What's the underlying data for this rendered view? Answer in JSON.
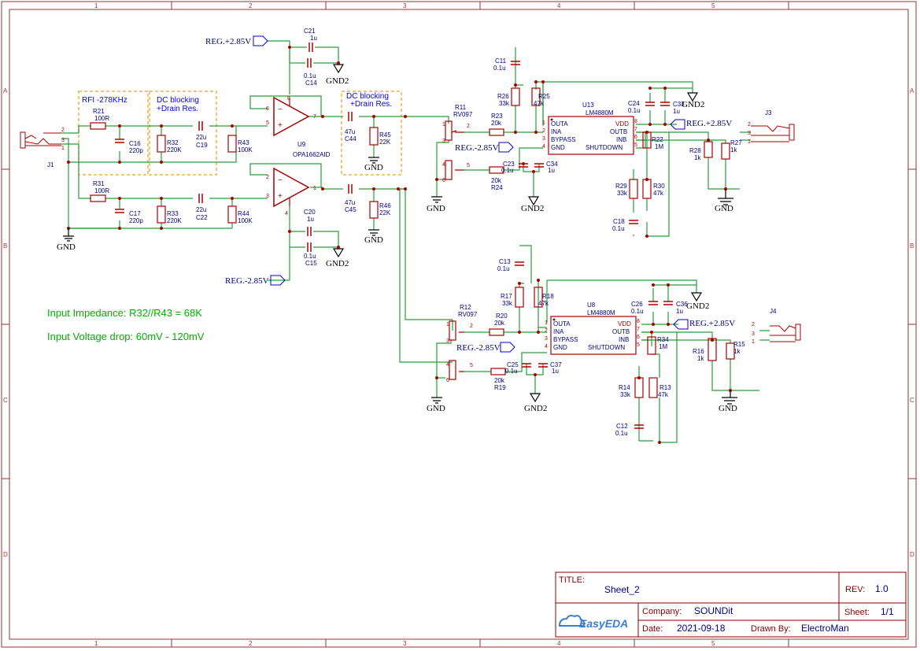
{
  "title_block": {
    "title_label": "TITLE:",
    "title": "Sheet_2",
    "rev_label": "REV:",
    "rev": "1.0",
    "company_label": "Company:",
    "company": "SOUNDit",
    "sheet_label": "Sheet:",
    "sheet": "1/1",
    "date_label": "Date:",
    "date": "2021-09-18",
    "drawn_label": "Drawn By:",
    "drawn_by": "ElectroMan",
    "logo_text": "EasyEDA"
  },
  "frame": {
    "columns": [
      "1",
      "2",
      "3",
      "4",
      "5"
    ],
    "rows": [
      "A",
      "B",
      "C",
      "D"
    ]
  },
  "notes": {
    "impedance": "Input Impedance: R32//R43 = 68K",
    "voltage": "Input Voltage drop: 60mV - 120mV",
    "rfi": "RFI -278KHz",
    "dc1_l1": "DC blocking",
    "dc1_l2": "+Drain Res.",
    "dc2_l1": "DC blocking",
    "dc2_l2": "+Drain Res."
  },
  "nets": {
    "reg_pos": "REG.+2.85V",
    "reg_neg": "REG.-2.85V",
    "gnd": "GND",
    "gnd2": "GND2"
  },
  "ics": {
    "u9_ref": "U9",
    "u9_val": "OPA1662AID",
    "u13_ref": "U13",
    "u13_val": "LM4880M",
    "u8_ref": "U8",
    "u8_val": "LM4880M",
    "pins_left": [
      "OUTA",
      "INA",
      "BYPASS",
      "GND"
    ],
    "pins_right": [
      "VDD",
      "OUTB",
      "INB",
      "SHUTDOWN"
    ]
  },
  "connectors": {
    "j1": "J1",
    "j3": "J3",
    "j4": "J4"
  },
  "components": {
    "r21": [
      "R21",
      "100R"
    ],
    "c16": [
      "C16",
      "220p"
    ],
    "r32": [
      "R32",
      "220K"
    ],
    "c19": [
      "22u",
      "C19"
    ],
    "r43": [
      "R43",
      "100K"
    ],
    "r31": [
      "R31",
      "100R"
    ],
    "c17": [
      "C17",
      "220p"
    ],
    "r33": [
      "R33",
      "220K"
    ],
    "c22": [
      "22u",
      "C22"
    ],
    "r44": [
      "R44",
      "100K"
    ],
    "c21": [
      "C21",
      "1u"
    ],
    "c14": [
      "0.1u",
      "C14"
    ],
    "c20": [
      "C20",
      "1u"
    ],
    "c15": [
      "0.1u",
      "C15"
    ],
    "c44": [
      "47u",
      "C44"
    ],
    "r45": [
      "R45",
      "22K"
    ],
    "c45": [
      "47u",
      "C45"
    ],
    "r46": [
      "R46",
      "22K"
    ],
    "r11": [
      "R11",
      "RV097"
    ],
    "r23": [
      "R23",
      "20k"
    ],
    "r24": [
      "20k",
      "R24"
    ],
    "c11": [
      "C11",
      "0.1u"
    ],
    "r26": [
      "R26",
      "33k"
    ],
    "r25": [
      "R25",
      "47k"
    ],
    "c23": [
      "C23",
      "0.1u"
    ],
    "c34": [
      "C34",
      "1u"
    ],
    "c24": [
      "C24",
      "0.1u"
    ],
    "c33": [
      "C33",
      "1u"
    ],
    "r22": [
      "R22",
      "1M"
    ],
    "r29": [
      "R29",
      "33k"
    ],
    "r30": [
      "R30",
      "47k"
    ],
    "c18": [
      "C18",
      "0.1u"
    ],
    "r28": [
      "R28",
      "1k"
    ],
    "r27": [
      "R27",
      "1k"
    ],
    "r12": [
      "R12",
      "RV097"
    ],
    "r20": [
      "R20",
      "20k"
    ],
    "r19": [
      "20k",
      "R19"
    ],
    "c13": [
      "C13",
      "0.1u"
    ],
    "r17": [
      "R17",
      "33k"
    ],
    "r18": [
      "R18",
      "47k"
    ],
    "c25": [
      "C25",
      "0.1u"
    ],
    "c37": [
      "C37",
      "1u"
    ],
    "c26": [
      "C26",
      "0.1u"
    ],
    "c36": [
      "C36",
      "1u"
    ],
    "r34": [
      "R34",
      "1M"
    ],
    "r14": [
      "R14",
      "33k"
    ],
    "r13": [
      "R13",
      "47k"
    ],
    "c12": [
      "C12",
      "0.1u"
    ],
    "r16": [
      "R16",
      "1k"
    ],
    "r15": [
      "R15",
      "1k"
    ]
  }
}
